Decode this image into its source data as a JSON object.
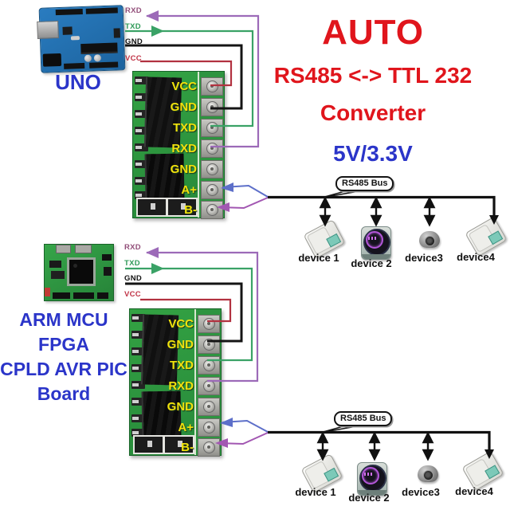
{
  "title": {
    "line1": "AUTO",
    "line2": "RS485 <-> TTL 232",
    "line3": "Converter",
    "line4": "5V/3.3V"
  },
  "top_section": {
    "board_label": "UNO",
    "wires": {
      "rxd": "RXD",
      "txd": "TXD",
      "gnd": "GND",
      "vcc": "VCC"
    },
    "module_pins": [
      "VCC",
      "GND",
      "TXD",
      "RXD",
      "GND",
      "A+",
      "B-"
    ],
    "bus_label": "RS485 Bus",
    "devices": [
      {
        "label": "device 1",
        "icon": "scale-icon"
      },
      {
        "label": "device 2",
        "icon": "meter-icon"
      },
      {
        "label": "device3",
        "icon": "dome-camera-icon"
      },
      {
        "label": "device4",
        "icon": "scale-icon"
      }
    ]
  },
  "bottom_section": {
    "board_label_lines": [
      "ARM MCU FPGA",
      "CPLD AVR PIC",
      "Board"
    ],
    "wires": {
      "rxd": "RXD",
      "txd": "TXD",
      "gnd": "GND",
      "vcc": "VCC"
    },
    "module_pins": [
      "VCC",
      "GND",
      "TXD",
      "RXD",
      "GND",
      "A+",
      "B-"
    ],
    "bus_label": "RS485 Bus",
    "devices": [
      {
        "label": "device 1",
        "icon": "scale-icon"
      },
      {
        "label": "device 2",
        "icon": "meter-icon"
      },
      {
        "label": "device3",
        "icon": "dome-camera-icon"
      },
      {
        "label": "device4",
        "icon": "scale-icon"
      }
    ]
  },
  "colors": {
    "title_red": "#e0151c",
    "label_blue": "#2b35c9",
    "wire_rxd": "#9c6ab8",
    "wire_txd": "#3aa266",
    "wire_gnd": "#141414",
    "wire_vcc": "#b23240",
    "wire_a_plus": "#5d6fc9",
    "wire_b_minus": "#a257b2",
    "pcb_green": "#2f9b3f",
    "pin_label_yellow": "#f2e20c",
    "bus_black": "#111111"
  }
}
